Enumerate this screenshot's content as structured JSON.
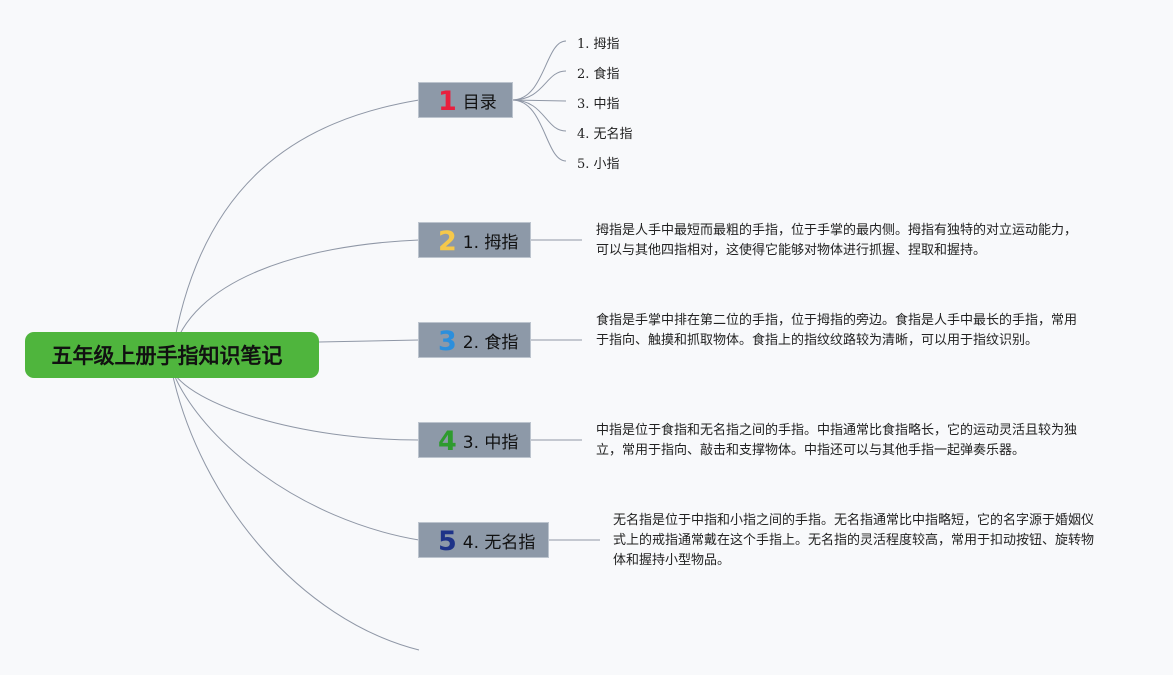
{
  "root": {
    "title": "五年级上册手指知识笔记"
  },
  "branches": [
    {
      "num": "1",
      "num_color": "#e8203e",
      "label": "目录",
      "children": [
        "1. 拇指",
        "2. 食指",
        "3. 中指",
        "4. 无名指",
        "5. 小指"
      ]
    },
    {
      "num": "2",
      "num_color": "#f5c84a",
      "label": "1. 拇指",
      "desc": "拇指是人手中最短而最粗的手指，位于手掌的最内侧。拇指有独特的对立运动能力，可以与其他四指相对，这使得它能够对物体进行抓握、捏取和握持。"
    },
    {
      "num": "3",
      "num_color": "#2c8fdc",
      "label": "2. 食指",
      "desc": "食指是手掌中排在第二位的手指，位于拇指的旁边。食指是人手中最长的手指，常用于指向、触摸和抓取物体。食指上的指纹纹路较为清晰，可以用于指纹识别。"
    },
    {
      "num": "4",
      "num_color": "#2e9b2e",
      "label": "3. 中指",
      "desc": "中指是位于食指和无名指之间的手指。中指通常比食指略长，它的运动灵活且较为独立，常用于指向、敲击和支撑物体。中指还可以与其他手指一起弹奏乐器。"
    },
    {
      "num": "5",
      "num_color": "#1e3388",
      "label": "4. 无名指",
      "desc": "无名指是位于中指和小指之间的手指。无名指通常比中指略短，它的名字源于婚姻仪式上的戒指通常戴在这个手指上。无名指的灵活程度较高，常用于扣动按钮、旋转物体和握持小型物品。"
    }
  ]
}
